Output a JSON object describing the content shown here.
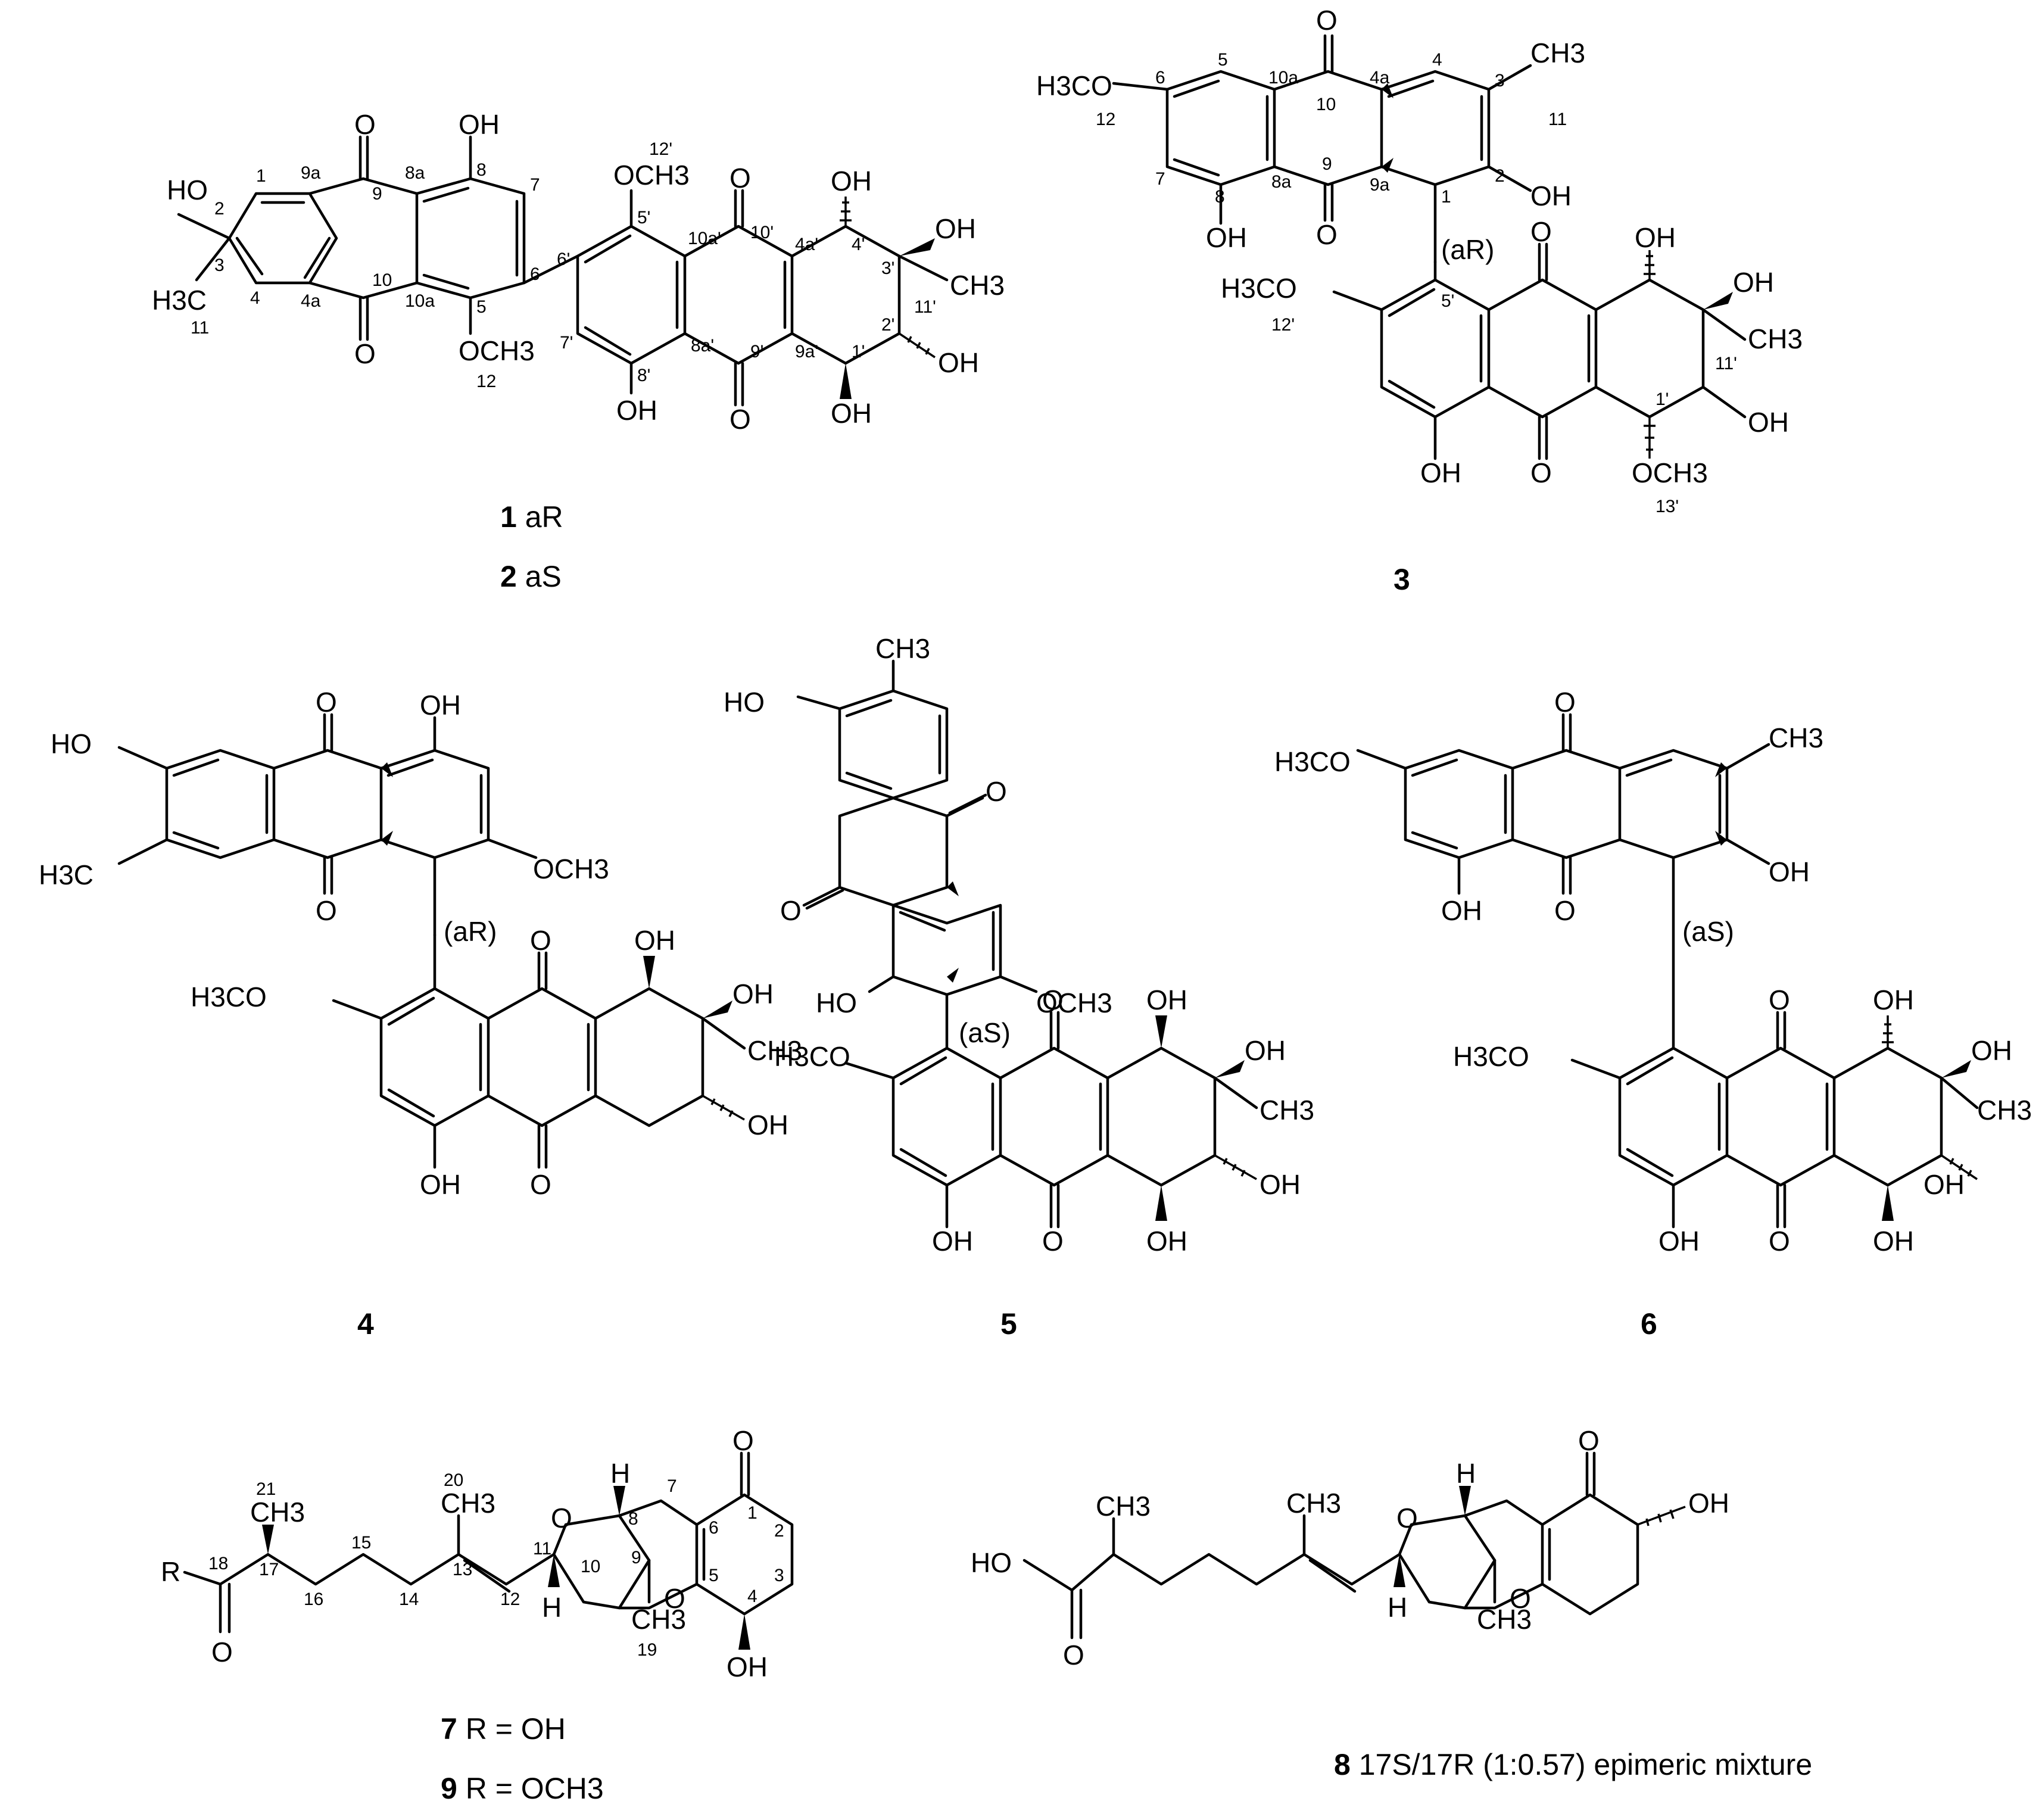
{
  "compounds": {
    "c12": {
      "atoms": {
        "HO2": "HO",
        "C11": "H3C",
        "O9": "O",
        "O10": "O",
        "OH8": "OH",
        "OMe5": "OCH3",
        "OMe5p": "OCH3",
        "O10p": "O",
        "O9p": "O",
        "OH8p": "OH",
        "OH4p": "OH",
        "OH3p": "OH",
        "CH3p": "CH3",
        "OH2p": "OH",
        "OH1p": "OH"
      },
      "locants": {
        "n1": "1",
        "n2": "2",
        "n3": "3",
        "n4": "4",
        "n4a": "4a",
        "n9a": "9a",
        "n9": "9",
        "n10": "10",
        "n8a": "8a",
        "n10a": "10a",
        "n8": "8",
        "n7": "7",
        "n6": "6",
        "n5": "5",
        "n11": "11",
        "n12": "12",
        "n6p": "6'",
        "n5p": "5'",
        "n7p": "7'",
        "n8p": "8'",
        "n12p": "12'",
        "n10ap": "10a'",
        "n10p": "10'",
        "n8ap": "8a'",
        "n9p": "9'",
        "n9ap": "9a'",
        "n4ap": "4a'",
        "n4p": "4'",
        "n3p": "3'",
        "n2p": "2'",
        "n1p": "1'",
        "n11p": "11'"
      },
      "caption1_num": "1",
      "caption1_conf": "aR",
      "caption2_num": "2",
      "caption2_conf": "aS"
    },
    "c3": {
      "atoms": {
        "OMe6": "H3CO",
        "O10": "O",
        "O9": "O",
        "OH8": "OH",
        "CH3_3": "CH3",
        "OH2": "OH",
        "axis": "(aR)",
        "OMe7p": "H3CO",
        "O10p": "O",
        "OH4p": "OH",
        "OH3p": "OH",
        "CH3p": "CH3",
        "OH2p": "OH",
        "OMe1p": "OCH3",
        "O9p": "O",
        "OH8p": "OH"
      },
      "locants": {
        "n5": "5",
        "n6": "6",
        "n7": "7",
        "n8": "8",
        "n8a": "8a",
        "n10a": "10a",
        "n10": "10",
        "n9": "9",
        "n9a": "9a",
        "n4a": "4a",
        "n4": "4",
        "n3": "3",
        "n2": "2",
        "n1": "1",
        "n11": "11",
        "n12": "12",
        "n5p": "5'",
        "n12p": "12'",
        "n1p": "1'",
        "n11p": "11'",
        "n13p": "13'"
      },
      "caption_num": "3"
    },
    "c4": {
      "atoms": {
        "HO": "HO",
        "H3C": "H3C",
        "O10": "O",
        "O9": "O",
        "OH": "OH",
        "OMe": "OCH3",
        "axis": "(aR)",
        "OMe2": "H3CO",
        "O10p": "O",
        "OH4p": "OH",
        "OH3p": "OH",
        "CH3p": "CH3",
        "OH2p": "OH",
        "O9p": "O",
        "OH8p": "OH"
      },
      "caption_num": "4"
    },
    "c5": {
      "atoms": {
        "CH3": "CH3",
        "HO": "HO",
        "O10": "O",
        "O9": "O",
        "OH": "HO",
        "OMe": "OCH3",
        "axis": "(aS)",
        "OMe2": "H3CO",
        "O10p": "O",
        "OH4p": "OH",
        "OH3p": "OH",
        "CH3p": "CH3",
        "OH2p": "OH",
        "OH1p": "OH",
        "O9p": "O",
        "OH8p": "OH"
      },
      "caption_num": "5"
    },
    "c6": {
      "atoms": {
        "OMe": "H3CO",
        "O10": "O",
        "O9": "O",
        "OH8": "OH",
        "CH3": "CH3",
        "OH2": "OH",
        "axis": "(aS)",
        "OMe2": "H3CO",
        "O10p": "O",
        "OH4p": "OH",
        "OH3p": "OH",
        "CH3p": "CH3",
        "OH2p": "OH",
        "OH1p": "OH",
        "O9p": "O",
        "OH8p": "OH"
      },
      "caption_num": "6"
    },
    "c79": {
      "atoms": {
        "R": "R",
        "O18": "O",
        "CH3_21": "CH3",
        "CH3_20": "CH3",
        "Oring": "O",
        "H8": "H",
        "H11": "H",
        "CH3_19": "CH3",
        "O9": "O",
        "O1": "O",
        "OH4": "OH"
      },
      "locants": {
        "n18": "18",
        "n17": "17",
        "n21": "21",
        "n16": "16",
        "n15": "15",
        "n14": "14",
        "n13": "13",
        "n20": "20",
        "n12": "12",
        "n11": "11",
        "n10": "10",
        "n9": "9",
        "n19": "19",
        "n8": "8",
        "n7": "7",
        "n6": "6",
        "n5": "5",
        "n1": "1",
        "n2": "2",
        "n3": "3",
        "n4": "4"
      },
      "caption7_num": "7",
      "caption7_text": "R = OH",
      "caption9_num": "9",
      "caption9_text": "R = OCH3"
    },
    "c8": {
      "atoms": {
        "HO": "HO",
        "O": "O",
        "CH3a": "CH3",
        "CH3b": "CH3",
        "Oring": "O",
        "H8": "H",
        "H11": "H",
        "CH3c": "CH3",
        "O9": "O",
        "O1": "O",
        "OH2": "OH"
      },
      "caption_num": "8",
      "caption_text": "17S/17R (1:0.57) epimeric mixture"
    }
  }
}
